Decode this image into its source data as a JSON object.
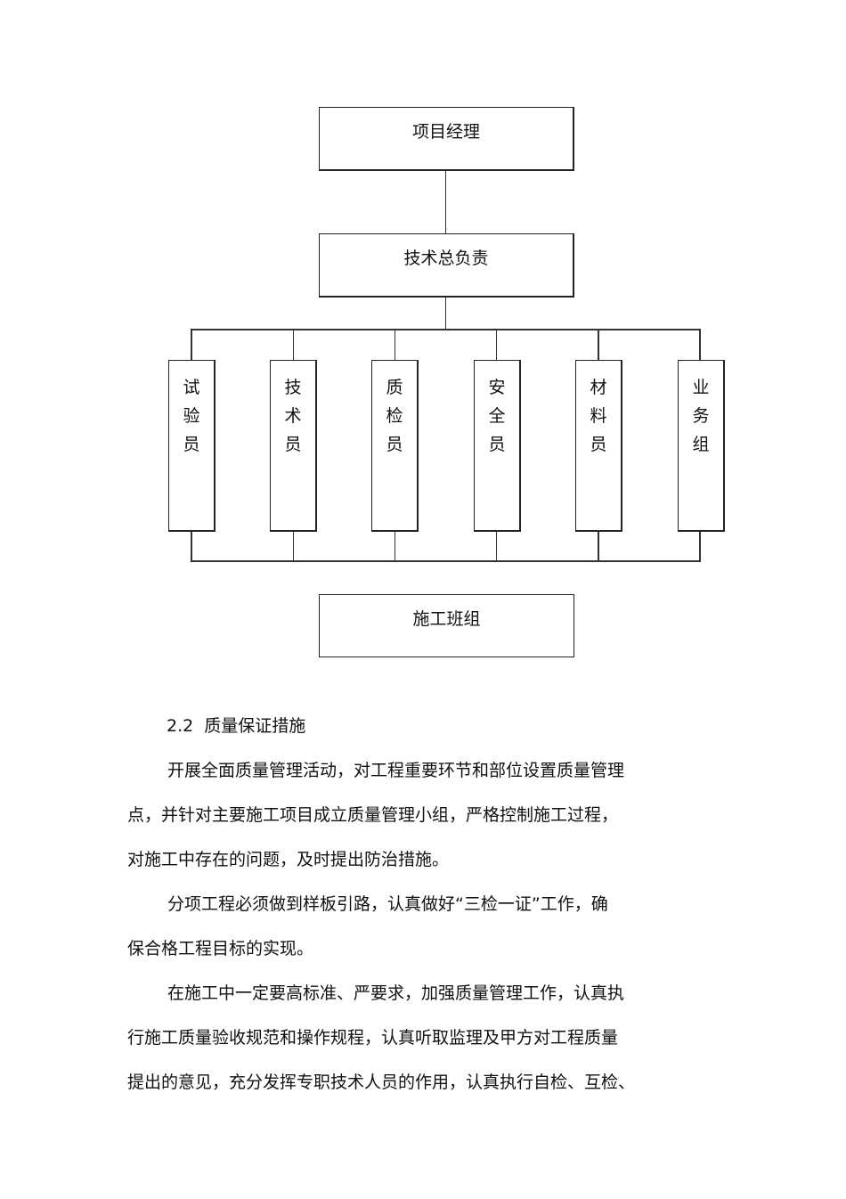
{
  "org_chart": {
    "top": "项目经理",
    "second": "技术总负责",
    "roles": [
      [
        "试",
        "验",
        "员"
      ],
      [
        "技",
        "术",
        "员"
      ],
      [
        "质",
        "检",
        "员"
      ],
      [
        "安",
        "全",
        "员"
      ],
      [
        "材",
        "料",
        "员"
      ],
      [
        "业",
        "务",
        "组"
      ]
    ],
    "bottom": "施工班组"
  },
  "section": {
    "heading": "2.2  质量保证措施",
    "paragraphs": [
      [
        "开展全面质量管理活动，对工程重要环节和部位设置质量管理",
        "点，并针对主要施工项目成立质量管理小组，严格控制施工过程，",
        "对施工中存在的问题，及时提出防治措施。"
      ],
      [
        "分项工程必须做到样板引路，认真做好“三检一证”工作，确",
        "保合格工程目标的实现。"
      ],
      [
        "在施工中一定要高标准、严要求，加强质量管理工作，认真执",
        "行施工质量验收规范和操作规程，认真听取监理及甲方对工程质量",
        "提出的意见，充分发挥专职技术人员的作用，认真执行自检、互检、"
      ]
    ]
  }
}
